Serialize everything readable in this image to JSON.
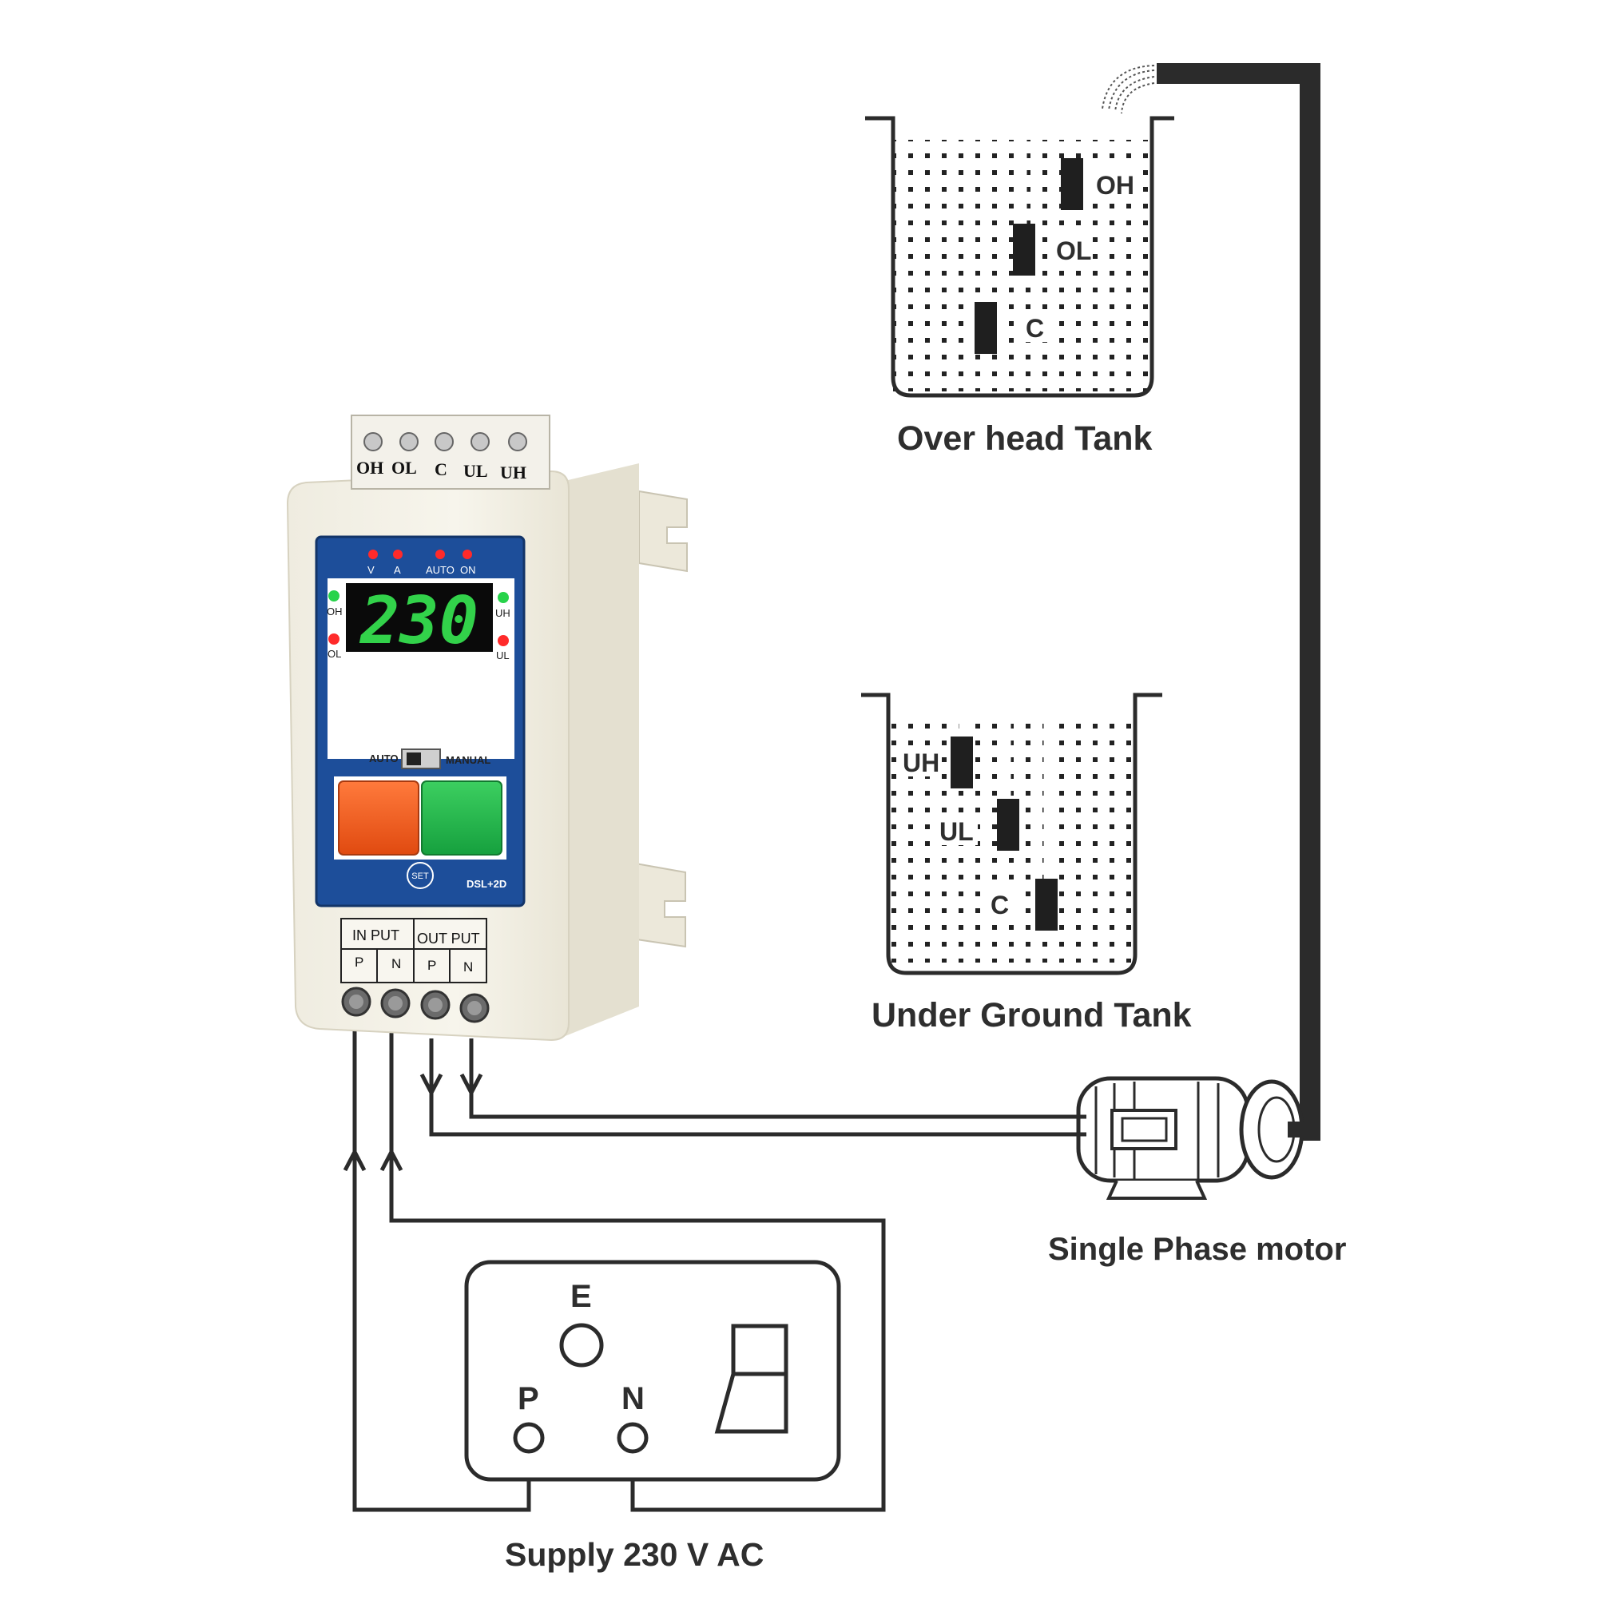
{
  "tanks": {
    "overhead": {
      "title": "Over head Tank",
      "probes": [
        "OH",
        "OL",
        "C"
      ]
    },
    "underground": {
      "title": "Under Ground Tank",
      "probes": [
        "UH",
        "UL",
        "C"
      ]
    }
  },
  "motor": {
    "label": "Single Phase motor"
  },
  "supply": {
    "label": "Supply 230 V AC",
    "socket": {
      "earth": "E",
      "phase": "P",
      "neutral": "N"
    }
  },
  "controller": {
    "terminals": [
      "OH",
      "OL",
      "C",
      "UL",
      "UH"
    ],
    "top_leds": [
      "V",
      "A",
      "AUTO",
      "ON"
    ],
    "display_value": "230",
    "side_leds_left": [
      "OH",
      "OL"
    ],
    "side_leds_right": [
      "UH",
      "UL"
    ],
    "switch_left": "AUTO",
    "switch_right": "MANUAL",
    "set_button": "SET",
    "model": "DSL+2D",
    "input_header": "IN PUT",
    "output_header": "OUT PUT",
    "io_labels": [
      "P",
      "N",
      "P",
      "N"
    ],
    "colors": {
      "panel": "#1d4e9a",
      "display_digits": "#32d24a",
      "stop_button": "#f05a1a",
      "start_button": "#22b24c",
      "housing": "#f6f3e8"
    }
  }
}
